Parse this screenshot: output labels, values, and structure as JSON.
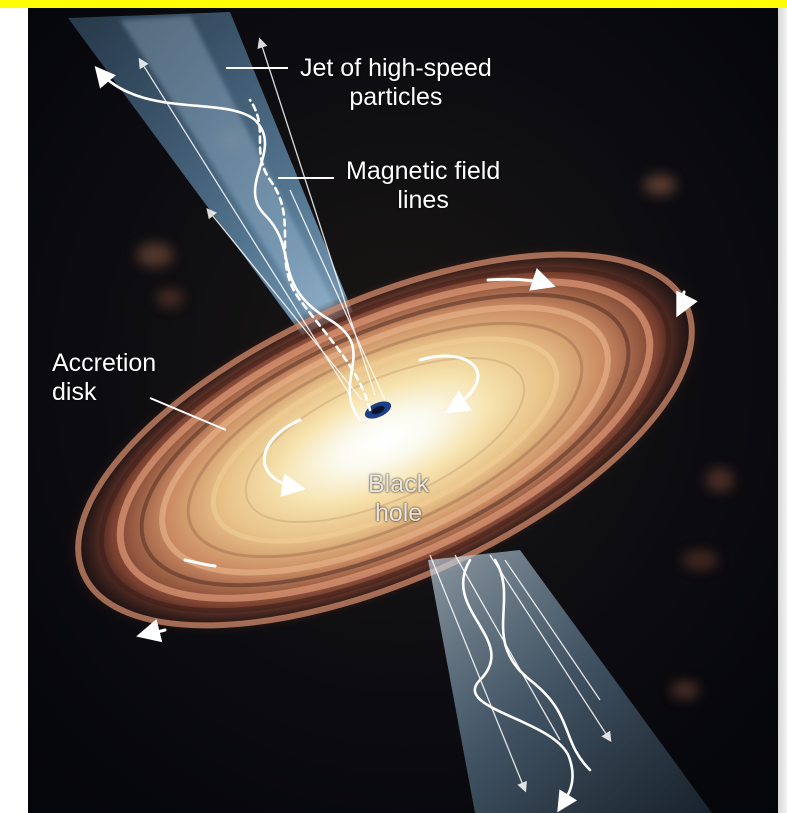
{
  "labels": {
    "jet": {
      "line1": "Jet of high-speed",
      "line2": "particles"
    },
    "magnetic": {
      "line1": "Magnetic field",
      "line2": "lines"
    },
    "accretion": {
      "line1": "Accretion",
      "line2": "disk"
    },
    "black_hole": {
      "line1": "Black",
      "line2": "hole"
    }
  },
  "colors": {
    "top_bar": "#ffff00",
    "space": "#07080c",
    "jet_glow": "#8fc4ec",
    "disk_inner": "#fffbe0",
    "disk_mid": "#f1d79a",
    "disk_outer": "#c97c5a",
    "arrows": "#ffffff"
  }
}
